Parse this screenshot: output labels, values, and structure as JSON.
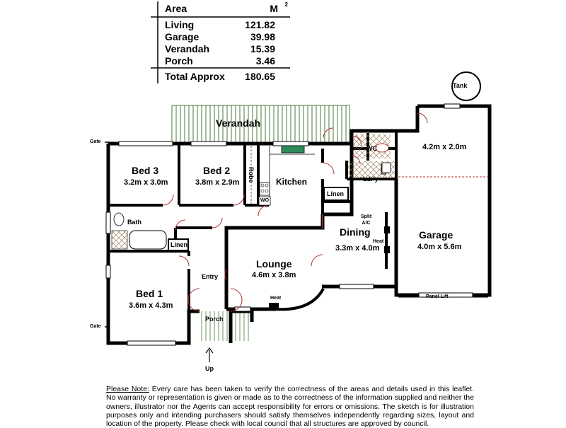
{
  "area_table": {
    "header_label": "Area",
    "header_unit": "M",
    "header_unit_sup": "2",
    "rows": [
      {
        "label": "Living",
        "value": "121.82"
      },
      {
        "label": "Garage",
        "value": "39.98"
      },
      {
        "label": "Verandah",
        "value": "15.39"
      },
      {
        "label": "Porch",
        "value": "3.46"
      }
    ],
    "total_label": "Total Approx",
    "total_value": "180.65"
  },
  "rooms": {
    "verandah": "Verandah",
    "bed3": {
      "name": "Bed 3",
      "dims": "3.2m x 3.0m"
    },
    "bed2": {
      "name": "Bed 2",
      "dims": "3.8m x 2.9m"
    },
    "robe": "Robe",
    "wo": "WO",
    "kitchen": "Kitchen",
    "linen_kitchen": "Linen",
    "wc": "WC",
    "laundry": "Ldr'y",
    "store": {
      "dims": "4.2m x 2.0m"
    },
    "tank": "Tank",
    "bath": "Bath",
    "linen_bath": "Linen",
    "split_ac": "Split\nA/C",
    "dining": {
      "name": "Dining",
      "dims": "3.3m x 4.0m"
    },
    "heat_dining": "Heat",
    "garage": {
      "name": "Garage",
      "dims": "4.0m x 5.6m"
    },
    "lounge": {
      "name": "Lounge",
      "dims": "4.6m x 3.8m"
    },
    "heat_lounge": "Heat",
    "entry": "Entry",
    "bed1": {
      "name": "Bed 1",
      "dims": "3.6m x 4.3m"
    },
    "porch": "Porch",
    "panel_lift": "Panel Lift",
    "gate_top": "Gate",
    "gate_bottom": "Gate",
    "up": "Up"
  },
  "note": {
    "heading": "Please Note:",
    "text": "Every care has been taken to verify the correctness of the areas and details used in this leaflet. No warranty or representation is given or made as to the correctness of the information supplied and neither the owners, illustrator nor the Agents can accept responsibility for errors or omissions. The sketch is for illustration purposes only and intending purchasers should satisfy themselves independently regarding sizes, layout and location of the property. Please check with local council that all structures are approved by council."
  },
  "colors": {
    "wall": "#000000",
    "verandah_hatch": "#4a7a3a",
    "door_arc": "#b03030",
    "window_fill": "#ffffff",
    "laundry_hatch": "#8a6a3a",
    "sink_green": "#2e8b57"
  }
}
